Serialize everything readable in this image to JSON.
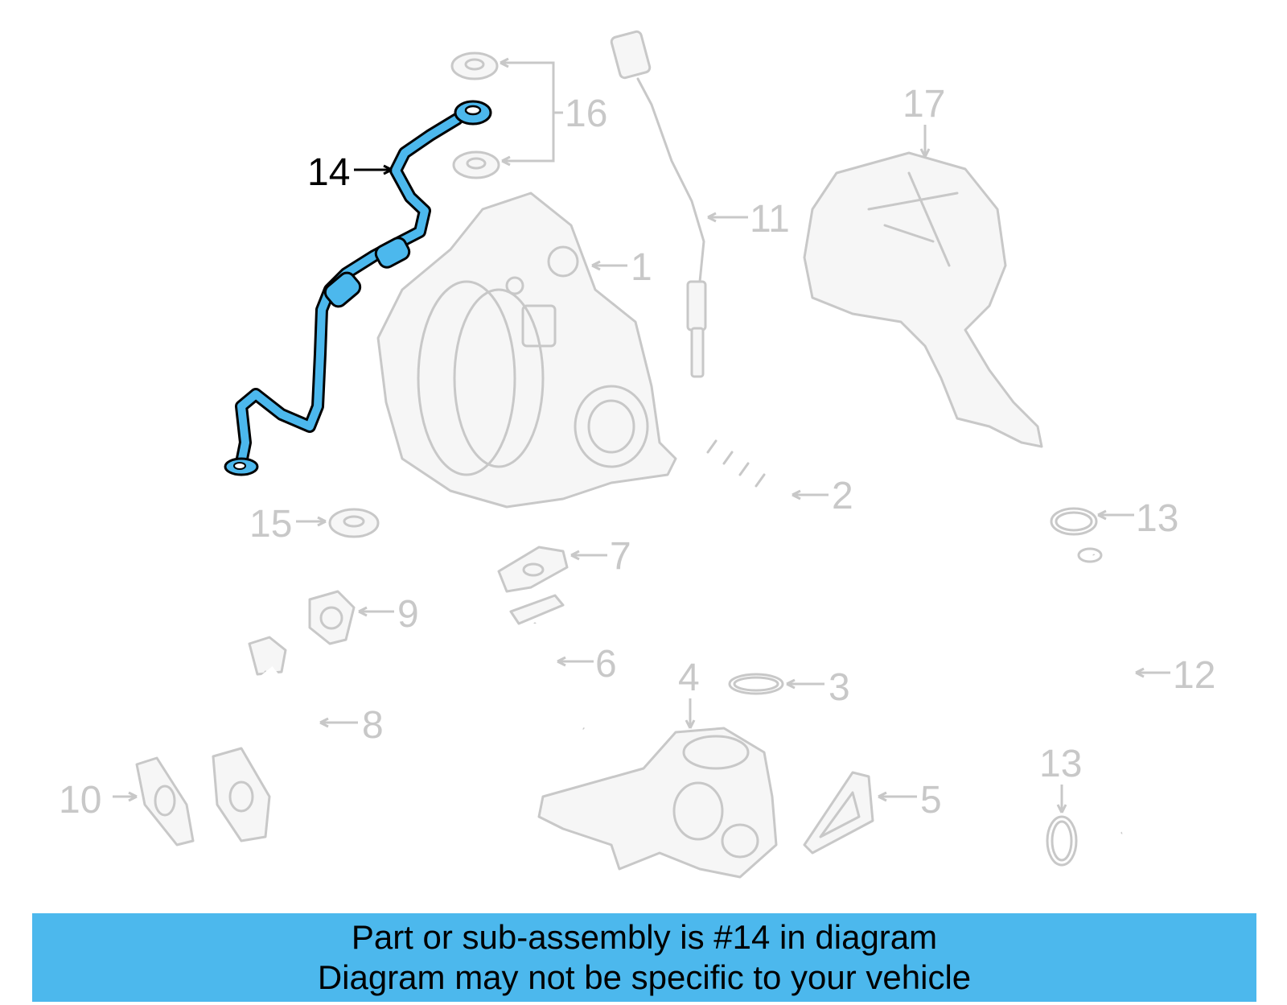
{
  "diagram": {
    "highlighted_part": "14",
    "highlight_color": "#4cb8ed",
    "ghost_color": "#c8c8c8",
    "callouts": [
      "1",
      "2",
      "3",
      "4",
      "5",
      "6",
      "7",
      "8",
      "9",
      "10",
      "11",
      "12",
      "13",
      "13",
      "15",
      "16",
      "17"
    ]
  },
  "banner": {
    "line1": "Part or sub-assembly is #14 in diagram",
    "line2": "Diagram may not be specific to your vehicle",
    "background": "#4cb8ed"
  }
}
